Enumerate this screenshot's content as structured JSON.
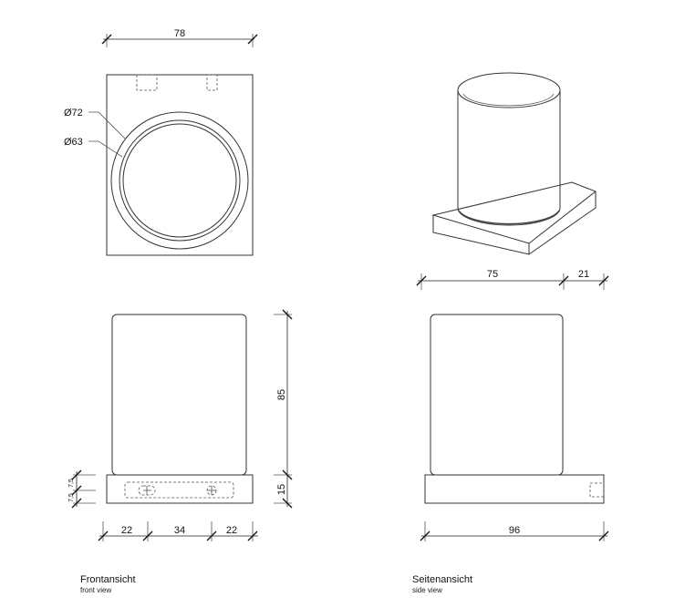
{
  "front_top": {
    "width": "78",
    "outer_diameter": "Ø72",
    "inner_diameter": "Ø63"
  },
  "front_view": {
    "height": "85",
    "base_height": "15",
    "hole_offset_top": "7,5",
    "hole_offset_bottom": "7,5",
    "dims_bottom": [
      "22",
      "34",
      "22"
    ],
    "title": "Frontansicht",
    "subtitle": "front view"
  },
  "side_view": {
    "dims_top": [
      "75",
      "21"
    ],
    "width": "96",
    "title": "Seitenansicht",
    "subtitle": "side view"
  }
}
